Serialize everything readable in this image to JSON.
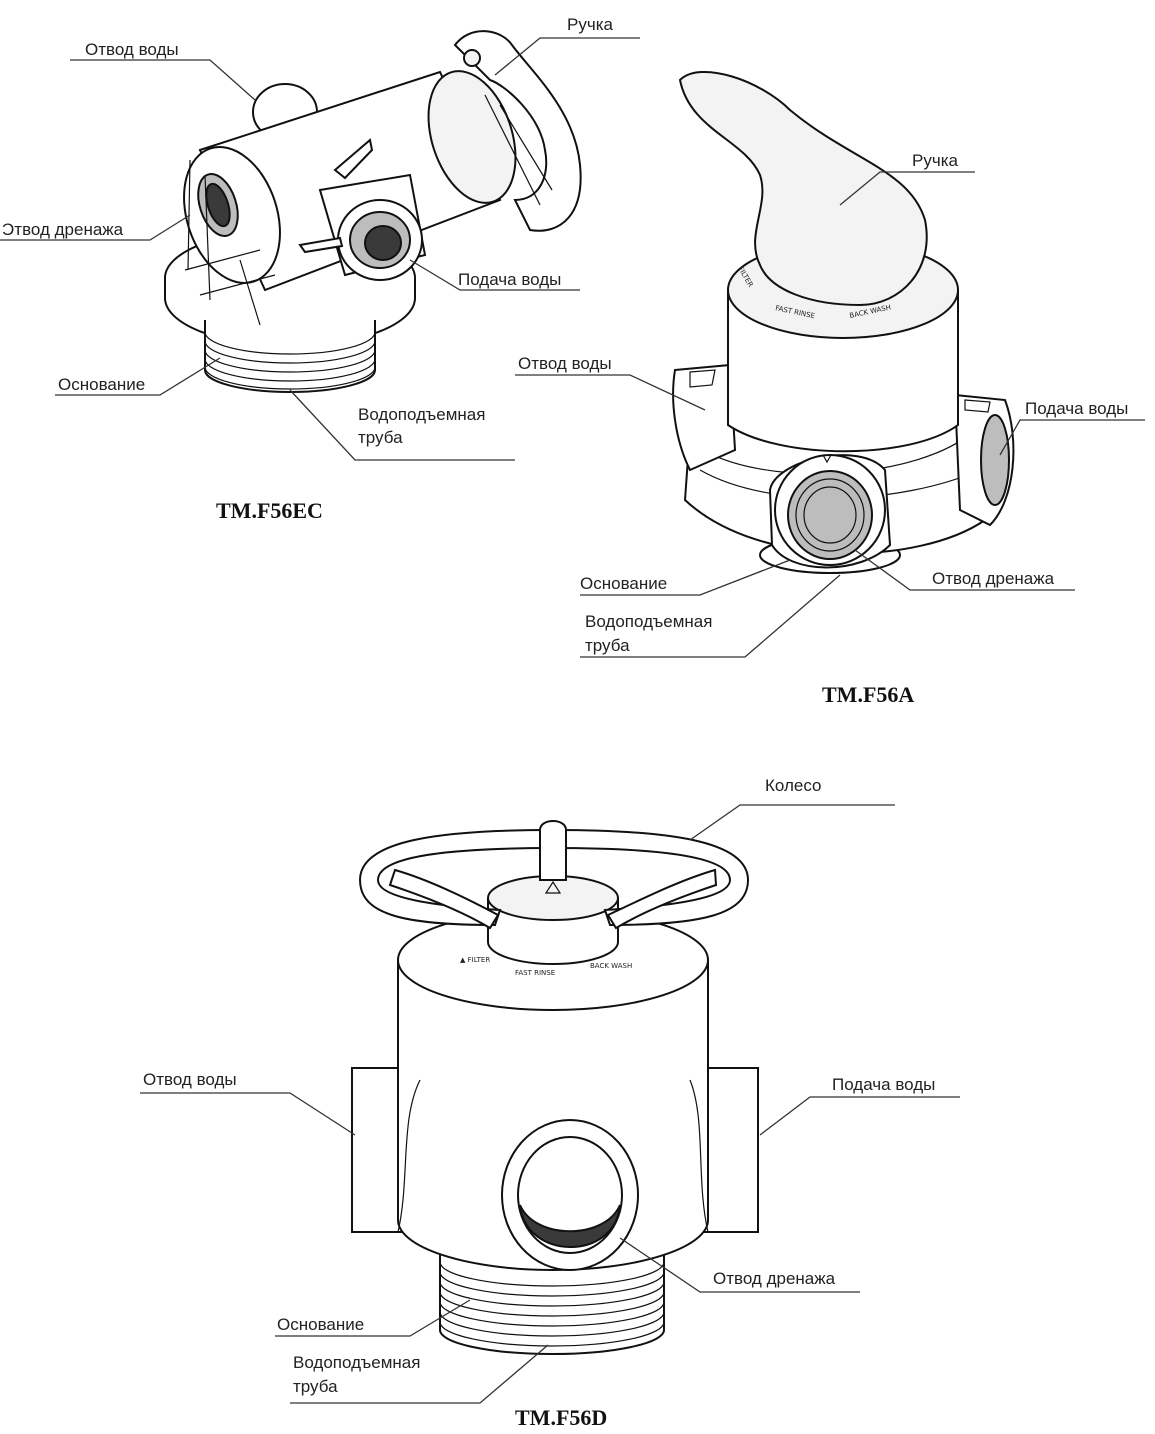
{
  "diagrams": [
    {
      "model": "TM.F56EC",
      "labels": {
        "water_outlet": "Отвод воды",
        "handle": "Ручка",
        "drain_outlet": "Ͻтвод дренажа",
        "water_inlet": "Подача воды",
        "base": "Основание",
        "riser_line1": "Водоподъемная",
        "riser_line2": "труба"
      }
    },
    {
      "model": "TM.F56A",
      "labels": {
        "handle": "Ручка",
        "water_outlet": "Отвод воды",
        "water_inlet": "Подача воды",
        "base": "Основание",
        "drain_outlet": "Отвод дренажа",
        "riser_line1": "Водоподъемная",
        "riser_line2": "труба"
      }
    },
    {
      "model": "TM.F56D",
      "labels": {
        "wheel": "Колесо",
        "water_outlet": "Отвод воды",
        "water_inlet": "Подача воды",
        "drain_outlet": "Отвод дренажа",
        "base": "Основание",
        "riser_line1": "Водоподъемная",
        "riser_line2": "труба"
      }
    }
  ]
}
